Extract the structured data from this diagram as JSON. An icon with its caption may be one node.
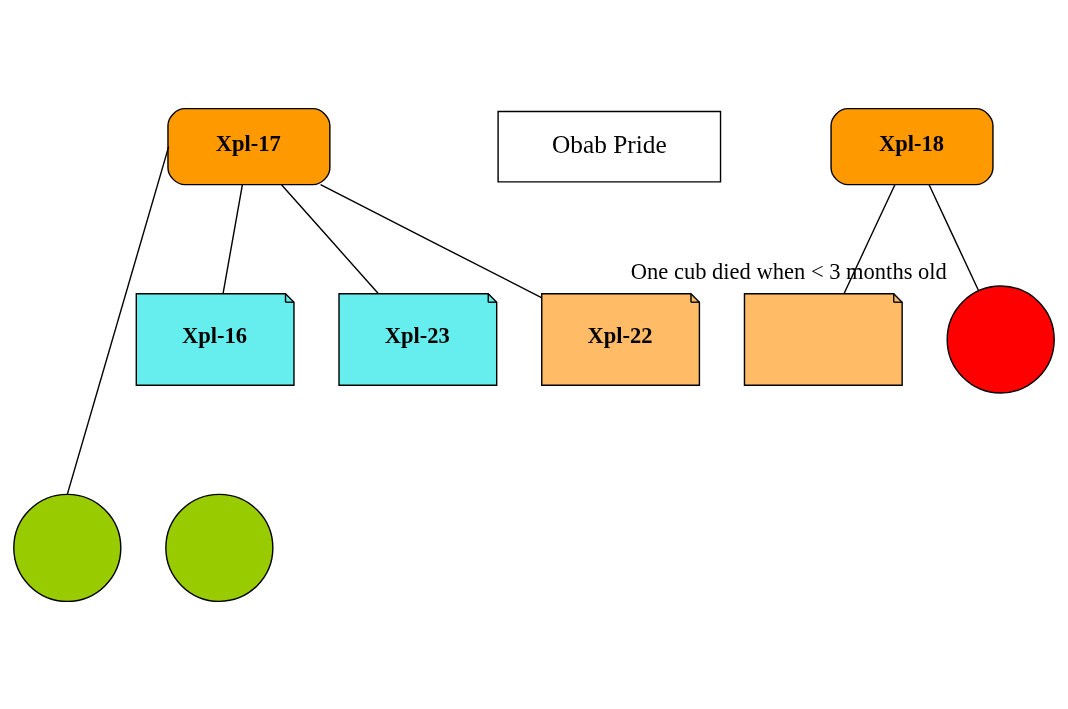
{
  "diagram": {
    "nodes": [
      {
        "text": [
          "Obab Pride"
        ]
      },
      {
        "text": [
          "Xpl-17"
        ]
      },
      {
        "text": [
          "Xpl-18"
        ]
      },
      {
        "text": [
          "Xpl-16"
        ]
      },
      {
        "text": [
          "Xpl-23"
        ]
      },
      {
        "text": [
          "Xpl-22"
        ]
      },
      {
        "text": [],
        "shape": "box"
      },
      {
        "text": [],
        "shape": "circle",
        "beside": [
          "One cub died when < 3 months old"
        ]
      },
      {
        "text": [],
        "shape": "circle"
      },
      {
        "text": [],
        "shape": "circle"
      }
    ],
    "edges": [
      {
        "from": 1,
        "to": 8,
        "arrow": "none"
      },
      {
        "from": 1,
        "to": 3,
        "arrow": "none"
      },
      {
        "from": 1,
        "to": 4,
        "arrow": "none"
      },
      {
        "from": 1,
        "to": 5,
        "arrow": "none"
      },
      {
        "from": 2,
        "to": 6,
        "arrow": "none"
      },
      {
        "from": 2,
        "to": 7,
        "arrow": "none"
      }
    ]
  }
}
